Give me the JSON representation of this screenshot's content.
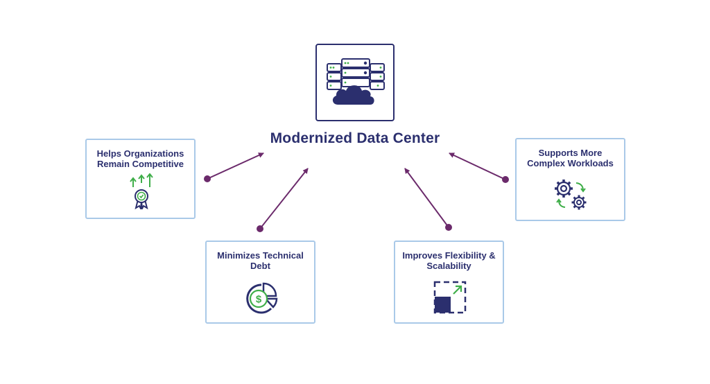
{
  "center": {
    "title": "Modernized Data Center",
    "icon": "server-cloud-icon"
  },
  "benefits": [
    {
      "label": "Helps Organizations\nRemain Competitive",
      "icon": "award-ribbon-growth-icon"
    },
    {
      "label": "Minimizes Technical\nDebt",
      "icon": "dollar-pie-chart-icon"
    },
    {
      "label": "Improves Flexibility &\nScalability",
      "icon": "scale-expand-icon"
    },
    {
      "label": "Supports More\nComplex Workloads",
      "icon": "gears-cycle-icon"
    }
  ],
  "colors": {
    "navy": "#2b2f6e",
    "green": "#3fae49",
    "connector": "#6b2a6b",
    "card_border": "#a9c9e8"
  }
}
